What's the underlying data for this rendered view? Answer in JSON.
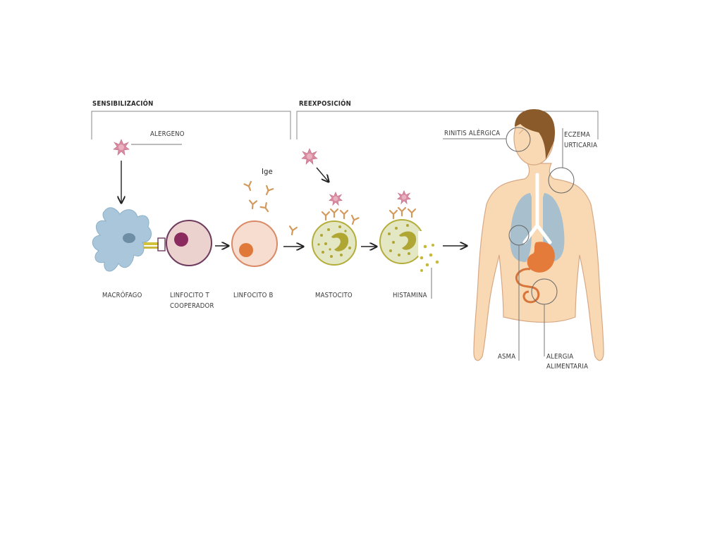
{
  "sections": {
    "sensitization": "SENSIBILIZACIÓN",
    "reexposure": "REEXPOSICIÓN"
  },
  "labels": {
    "allergen": "ALERGENO",
    "ige": "Ige",
    "macrophage": "MACRÓFAGO",
    "t_cell_line1": "LINFOCITO T",
    "t_cell_line2": "COOPERADOR",
    "b_cell": "LINFOCITO B",
    "mast_cell": "MASTOCITO",
    "histamine": "HISTAMINA",
    "rhinitis": "RINITIS ALÉRGICA",
    "eczema_line1": "ECZEMA",
    "eczema_line2": "URTICARIA",
    "asthma": "ASMA",
    "food_allergy_line1": "ALERGIA",
    "food_allergy_line2": "ALIMENTARIA"
  },
  "colors": {
    "allergen": "#d98aa0",
    "macrophage": "#a9c6db",
    "t_cell_fill": "#ecd2ce",
    "t_cell_border": "#6e3a5e",
    "t_cell_nucleus": "#8a2a5e",
    "b_cell_fill": "#f6ddd0",
    "b_cell_border": "#d98a66",
    "b_cell_nucleus": "#e0783a",
    "antibody": "#d49a5c",
    "mast_cell_fill": "#e4e7c4",
    "mast_cell_border": "#b5ad3a",
    "granule": "#b0a633",
    "skin": "#f8d9b4",
    "skin_outline": "#d7a884",
    "hair": "#8b5a2b",
    "lungs": "#a8bfcd",
    "stomach": "#e47b3a",
    "line": "#6a6a6a"
  }
}
